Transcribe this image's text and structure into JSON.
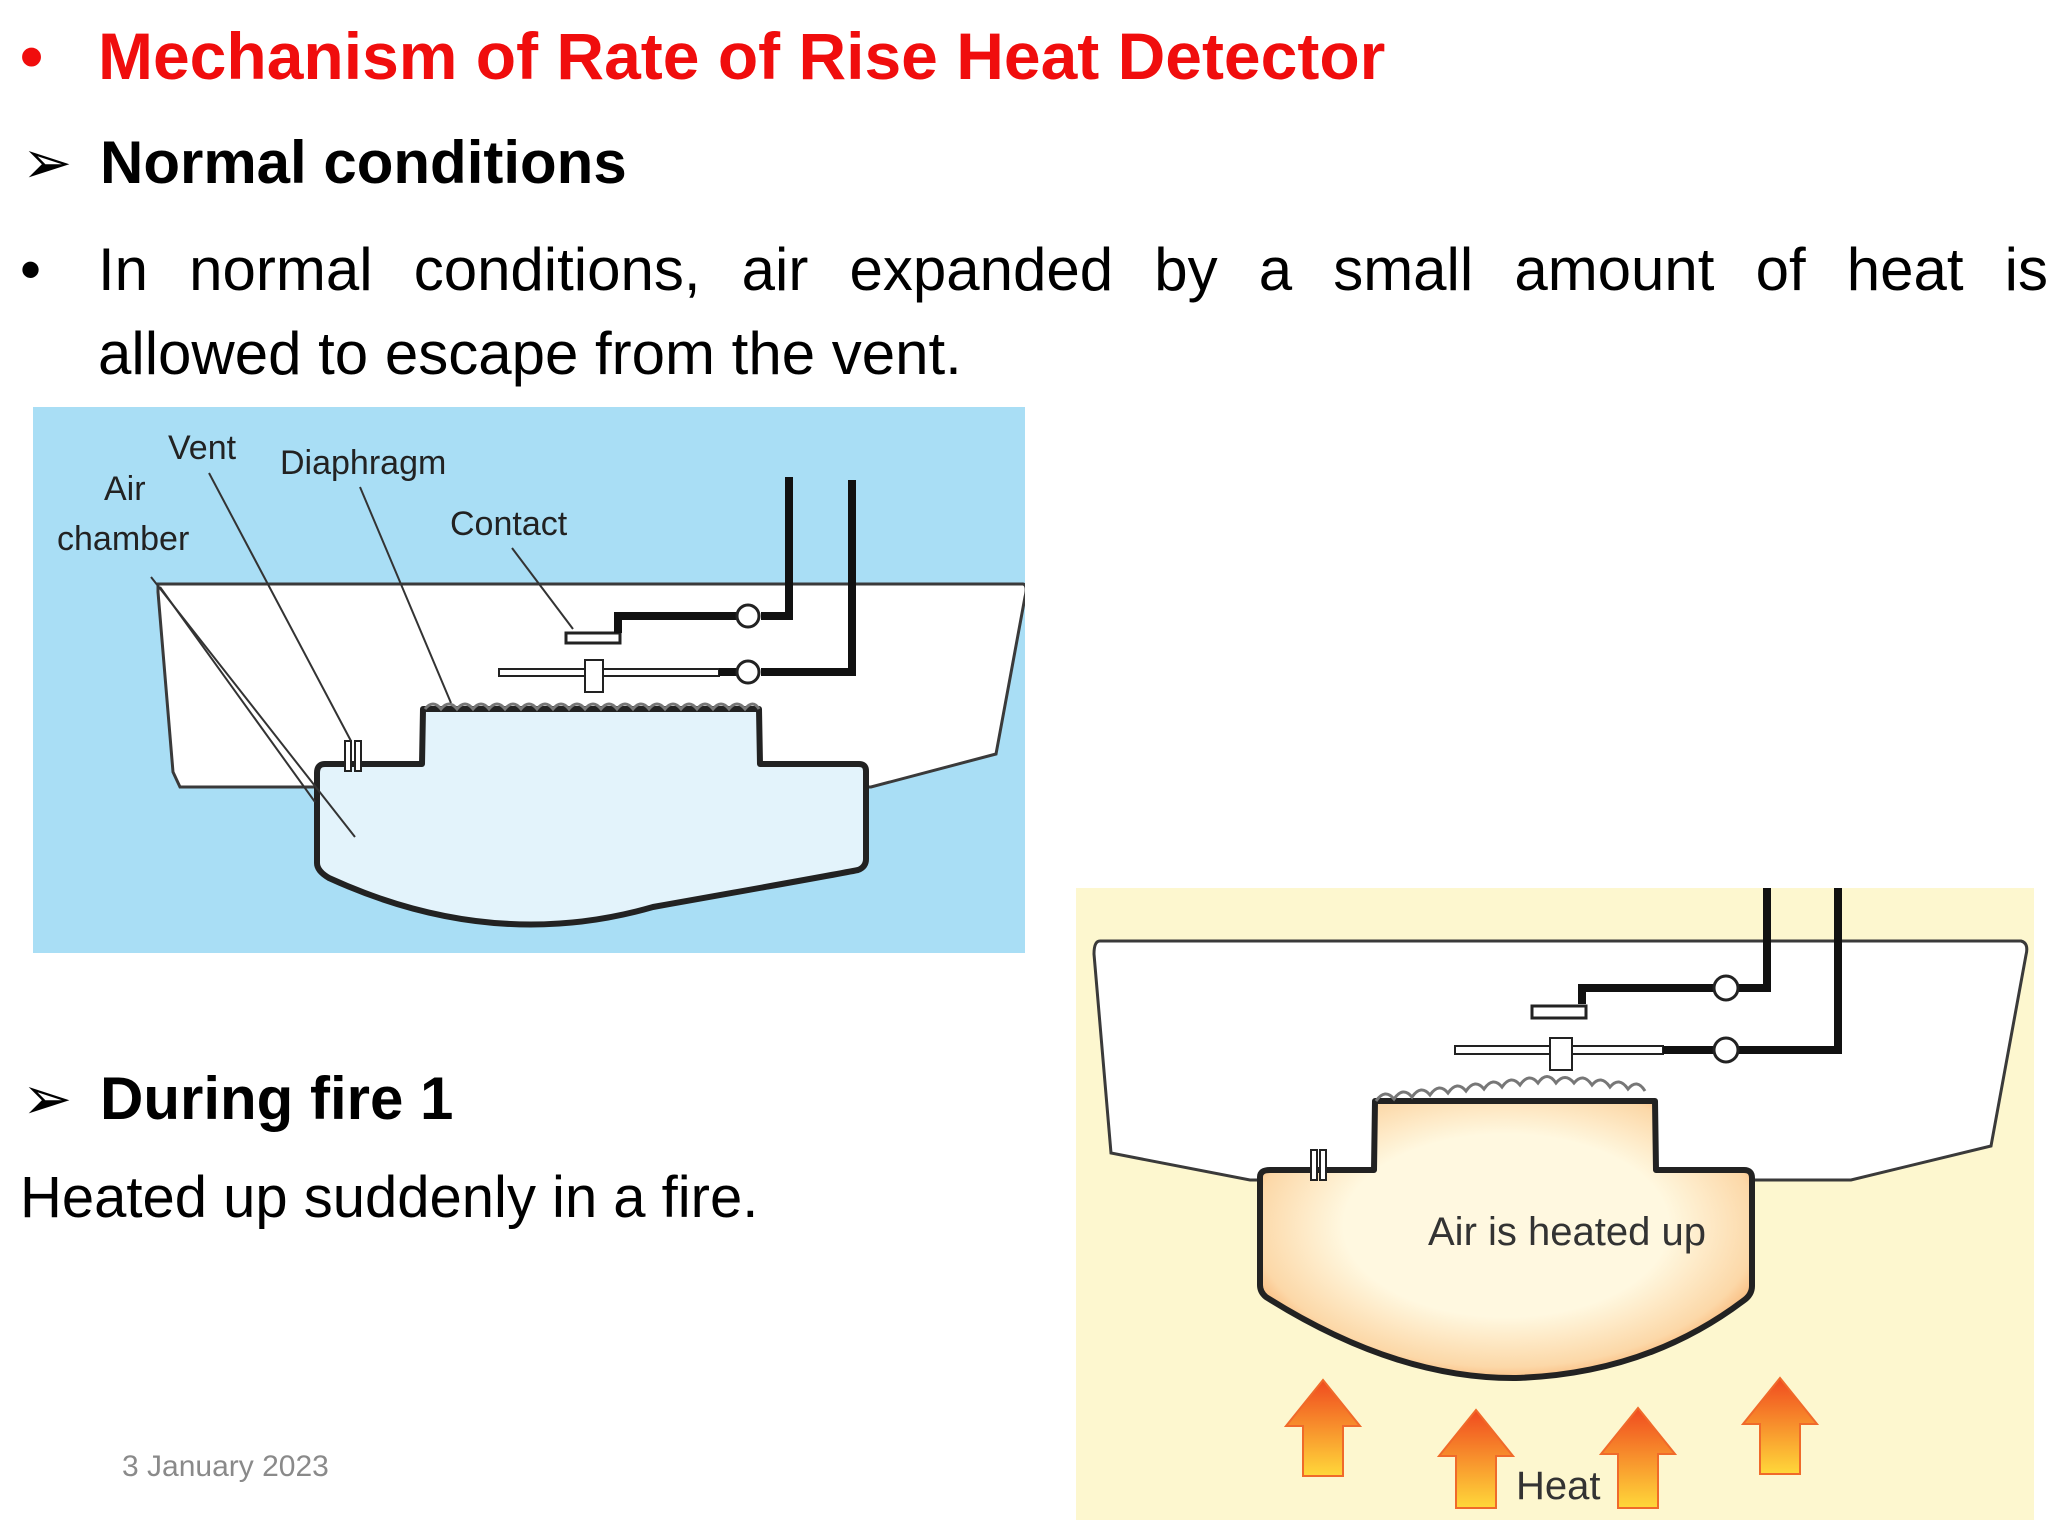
{
  "title": {
    "bullet": "•",
    "text": "Mechanism of Rate of Rise Heat Detector"
  },
  "section1": {
    "arrow": "➢",
    "heading": "Normal conditions",
    "bullet": "•",
    "para_line1": "In normal conditions, air expanded by a small amount of heat is",
    "para_line2": "allowed to escape from the vent."
  },
  "figure1": {
    "labels": {
      "vent": "Vent",
      "diaphragm": "Diaphragm",
      "air": "Air",
      "chamber": "chamber",
      "contact": "Contact"
    },
    "colors": {
      "background": "#a9def5",
      "chamber_fill": "#e3f3fb",
      "housing_fill": "#ffffff"
    }
  },
  "section2": {
    "arrow": "➢",
    "heading": "During fire 1",
    "text": "Heated up suddenly in a fire."
  },
  "figure2": {
    "labels": {
      "air_heated": "Air is heated up",
      "heat": "Heat"
    },
    "colors": {
      "background": "#fdf7cf",
      "glow": "#f7a35c",
      "arrow_top": "#f04a1f",
      "arrow_bottom": "#ffd83a"
    }
  },
  "footer": {
    "date": "3 January 2023"
  }
}
